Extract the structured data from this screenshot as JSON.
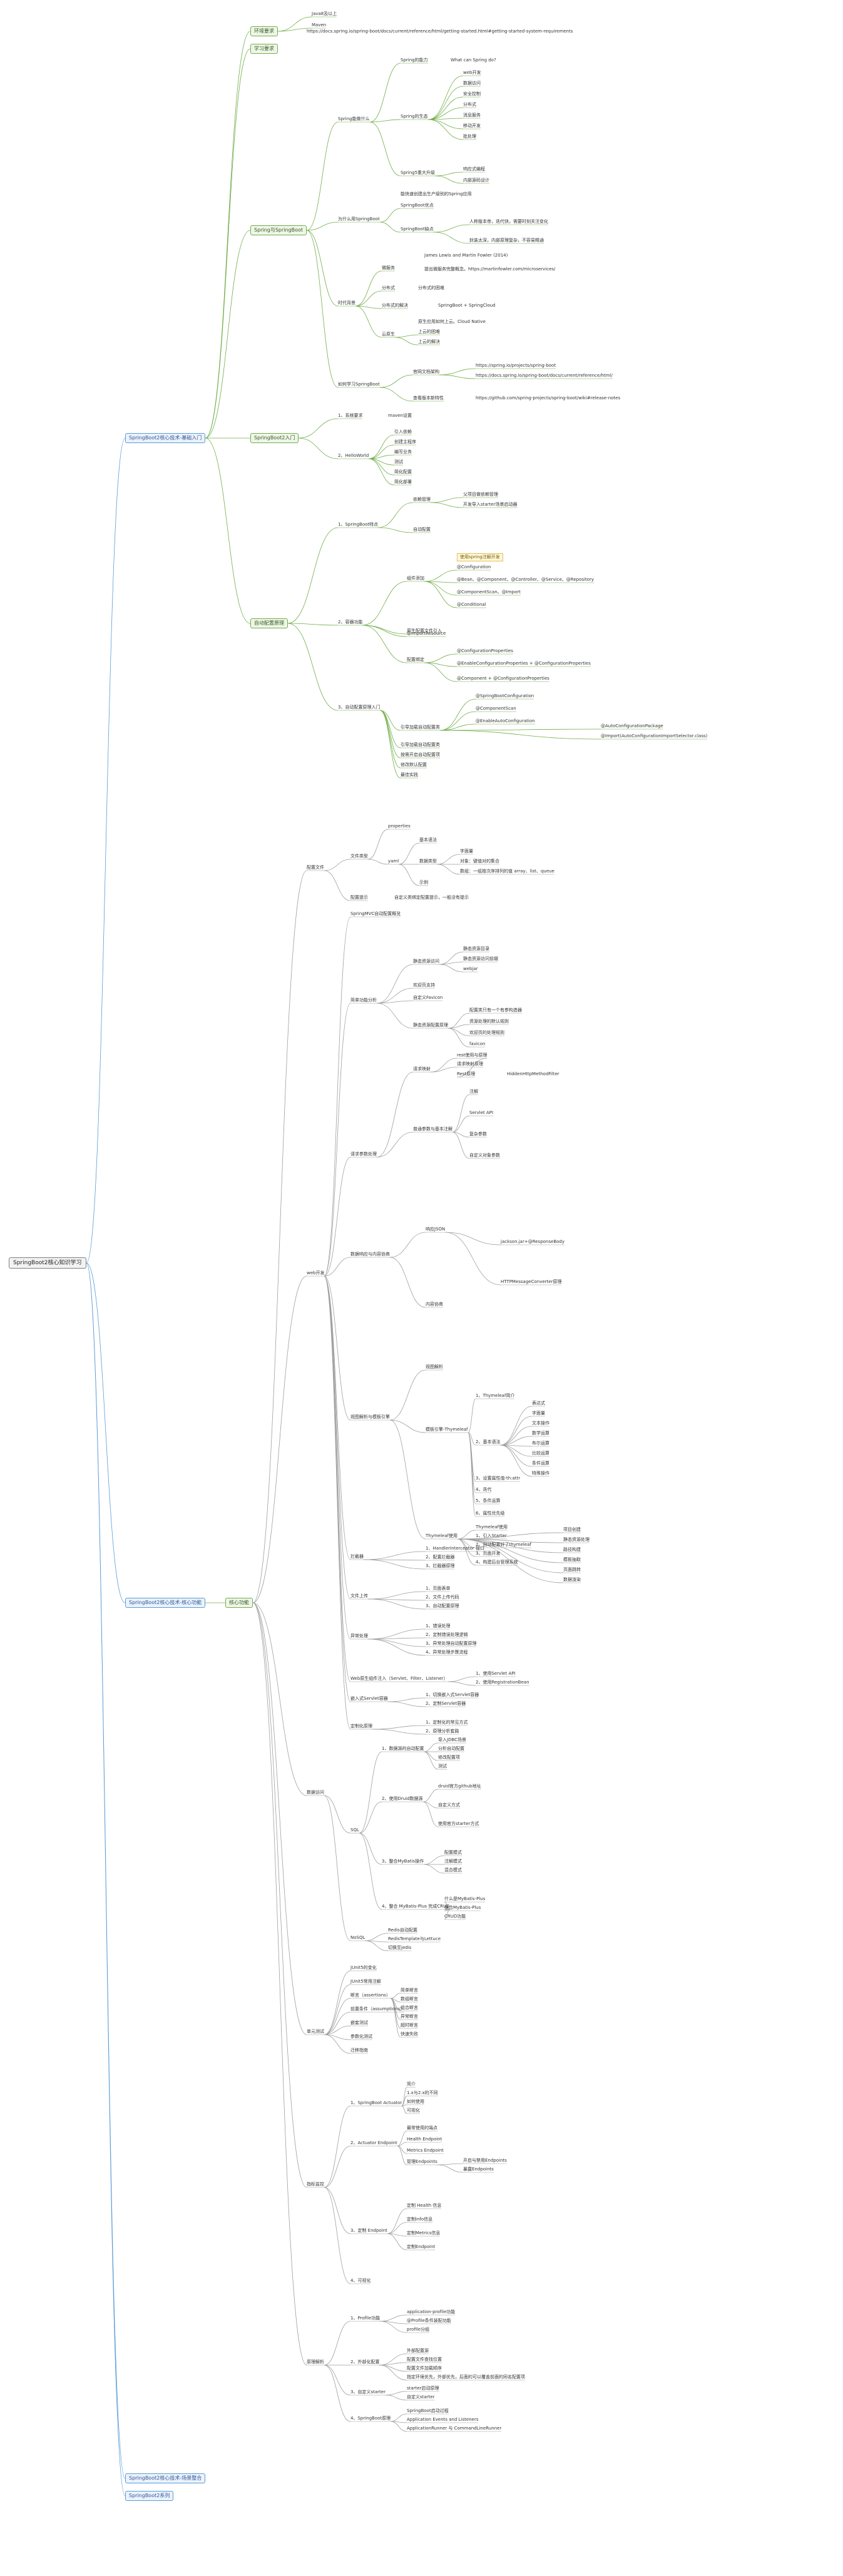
{
  "colors": {
    "line_main": "#5b9bd5",
    "line_green": "#70ad47",
    "line_leaf": "#9e9e9e"
  },
  "root": "SpringBoot2核心知识学习",
  "top_nodes": [
    "SpringBoot2核心技术-基础入门",
    "SpringBoot2核心技术-核心功能",
    "SpringBoot2核心技术-场景整合",
    "SpringBoot2系列"
  ],
  "section1": {
    "env": "环境要求",
    "env_items": [
      "Java8及以上",
      "Maven"
    ],
    "env_link": "https://docs.spring.io/spring-boot/docs/current/reference/html/getting-started.html#getting-started-system-requirements",
    "learn": "学习要求",
    "spring_eco": "Spring与SpringBoot",
    "spring_can": "Spring能做什么",
    "spring_can_sub": "Spring的能力",
    "spring_can_sub_text": "What can Spring do?",
    "spring_eco_sub": "Spring的生态",
    "spring_eco_items": [
      "web开发",
      "数据访问",
      "安全控制",
      "分布式",
      "消息服务",
      "移动开发",
      "批处理"
    ],
    "spring5": "Spring5重大升级",
    "spring5_items": [
      "响应式编程",
      "内部源码设计"
    ],
    "why_boot": "为什么用SpringBoot",
    "why_boot_text": "能快速创建出生产级别的Spring应用",
    "boot_adv": "SpringBoot优点",
    "boot_cons": "SpringBoot缺点",
    "boot_cons_items": [
      "人称版本帝，迭代快，需要时刻关注变化",
      "封装太深，内部原理复杂，不容易精通"
    ],
    "bg": "时代背景",
    "micro": "微服务",
    "micro_text": "James Lewis and Martin Fowler (2014)",
    "micro_link": "提出微服务完整概念。https://martinfowler.com/microservices/",
    "dist": "分布式",
    "dist_text": "分布式的困难",
    "dist_sol": "分布式的解决",
    "dist_sol_text": "SpringBoot + SpringCloud",
    "cloud": "云原生",
    "cloud_text": "原生应用如何上云。Cloud Native",
    "cloud_items": [
      "上云的困难",
      "上云的解决"
    ],
    "how_learn": "如何学习SpringBoot",
    "official": "官网文档架构",
    "official_links": [
      "https://spring.io/projects/spring-boot",
      "https://docs.spring.io/spring-boot/docs/current/reference/html/"
    ],
    "release": "查看版本新特性",
    "release_link": "https://github.com/spring-projects/spring-boot/wiki#release-notes",
    "boot2": "SpringBoot2入门",
    "boot2_items": [
      "1、系统要求",
      "2、HelloWorld"
    ],
    "sys_req": "maven设置",
    "hello_items": [
      "引入依赖",
      "创建主程序",
      "编写业务",
      "测试",
      "简化配置",
      "简化部署"
    ],
    "auto_config": "自动配置原理",
    "auto_items": [
      "1、SpringBoot特点",
      "2、容器功能",
      "3、自动配置原理入门"
    ],
    "feature_items": [
      "依赖管理",
      "自动配置"
    ],
    "dep_items": [
      "父项目做依赖管理",
      "开发导入starter场景启动器"
    ],
    "container_items": [
      "组件添加",
      "原生配置文件引入",
      "配置绑定"
    ],
    "note_text": "使用spring注解开发",
    "anno_items": [
      "@Configuration",
      "@Bean、@Component、@Controller、@Service、@Repository",
      "@ComponentScan、@Import",
      "@Conditional",
      "@ImportResource",
      "@ConfigurationProperties",
      "@EnableConfigurationProperties + @ConfigurationProperties",
      "@Component + @ConfigurationProperties"
    ],
    "auto_intro": [
      "引导加载自动配置类",
      "按需开启自动配置项",
      "修改默认配置",
      "最佳实践"
    ],
    "boot_app_items": [
      "@SpringBootConfiguration",
      "@ComponentScan",
      "@EnableAutoConfiguration"
    ],
    "enable_items": [
      "@AutoConfigurationPackage",
      "@Import(AutoConfigurationImportSelector.class)"
    ]
  },
  "section2": {
    "core": "核心功能",
    "config": "配置文件",
    "config_items": [
      "文件类型",
      "配置提示"
    ],
    "props": "properties",
    "yaml": "yaml",
    "yaml_items": [
      "基本语法",
      "数据类型",
      "示例"
    ],
    "yaml_types": [
      "字面量",
      "对象：键值对的集合",
      "数组：一组按次序排列的值 array、list、queue"
    ],
    "config_hint": "自定义类绑定配置提示，一般没有提示",
    "web": "web开发",
    "web_items": [
      "SpringMVC自动配置概览",
      "简单功能分析",
      "请求参数处理",
      "数据响应与内容协商",
      "视图解析与模板引擎",
      "拦截器",
      "文件上传",
      "异常处理",
      "Web原生组件注入（Servlet、Filter、Listener）",
      "嵌入式Servlet容器",
      "定制化原理"
    ],
    "static": [
      "静态资源访问",
      "欢迎页支持",
      "自定义Favicon",
      "静态资源配置原理"
    ],
    "static_sub": [
      "静态资源目录",
      "静态资源访问前缀",
      "webjar"
    ],
    "static_cfg": [
      "配置类只有一个有参构造器",
      "资源处理的默认规则",
      "欢迎页的处理规则",
      "favicon"
    ],
    "req": [
      "请求映射",
      "普通参数与基本注解"
    ],
    "req_map": [
      "rest使用与原理",
      "请求映射原理"
    ],
    "req_map_sub": [
      "Rest原理",
      "HiddenHttpMethodFilter"
    ],
    "params": [
      "注解",
      "Servlet API",
      "复杂参数",
      "自定义对象参数"
    ],
    "resp": [
      "响应JSON",
      "内容协商"
    ],
    "resp_sub": [
      "jackson.jar+@ResponseBody",
      "HTTPMessageConverter原理"
    ],
    "view": [
      "视图解析",
      "模板引擎-Thymeleaf"
    ],
    "thy": [
      "1、Thymeleaf简介",
      "2、基本语法",
      "3、设置属性值-th:attr",
      "4、迭代",
      "5、条件运算",
      "6、属性优先级"
    ],
    "thy_items": [
      "表达式",
      "字面量",
      "文本操作",
      "数学运算",
      "布尔运算",
      "比较运算",
      "条件运算",
      "特殊操作"
    ],
    "thy_use": [
      "Thymeleaf使用",
      "1、引入Starter",
      "2、自动配置好了thymeleaf",
      "3、页面开发",
      "4、构建后台管理系统"
    ],
    "admin": [
      "项目创建",
      "静态资源处理",
      "路径构建",
      "模板抽取",
      "页面跳转",
      "数据渲染"
    ],
    "inter": [
      "1、HandlerInterceptor 接口",
      "2、配置拦截器",
      "3、拦截器原理"
    ],
    "upload": [
      "1、页面表单",
      "2、文件上传代码",
      "3、自动配置原理"
    ],
    "error": [
      "1、错误处理",
      "2、定制错误处理逻辑",
      "3、异常处理自动配置原理",
      "4、异常处理步骤流程"
    ],
    "native": [
      "1、使用Servlet API",
      "2、使用RegistrationBean"
    ],
    "embed": [
      "1、切换嵌入式Servlet容器",
      "2、定制Servlet容器"
    ],
    "custom": [
      "1、定制化的常见方式",
      "2、原理分析套路"
    ],
    "data": "数据访问",
    "data_items": [
      "SQL",
      "NoSQL"
    ],
    "sql": [
      "1、数据源的自动配置",
      "2、使用Druid数据源",
      "3、整合MyBatis操作",
      "4、整合 MyBatis-Plus 完成CRUD"
    ],
    "sql_auto": [
      "导入JDBC场景",
      "分析自动配置",
      "修改配置项",
      "测试"
    ],
    "druid": [
      "druid官方github地址",
      "自定义方式",
      "使用官方starter方式"
    ],
    "mybatis": [
      "配置模式",
      "注解模式",
      "混合模式"
    ],
    "mp": [
      "什么是MyBatis-Plus",
      "整合MyBatis-Plus",
      "CRUD功能"
    ],
    "nosql": [
      "Redis自动配置",
      "RedisTemplate与Lettuce",
      "切换至jedis"
    ],
    "test": "单元测试",
    "test_items": [
      "JUnit5的变化",
      "JUnit5常用注解",
      "断言（assertions）",
      "前置条件（assumptions）",
      "嵌套测试",
      "参数化测试",
      "迁移指南"
    ],
    "assert_items": [
      "简单断言",
      "数组断言",
      "组合断言",
      "异常断言",
      "超时断言",
      "快速失败"
    ],
    "monitor": "指标监控",
    "monitor_items": [
      "1、SpringBoot Actuator",
      "2、Actuator Endpoint",
      "3、定制 Endpoint",
      "4、可视化"
    ],
    "actuator": [
      "简介",
      "1.x与2.x的不同",
      "如何使用",
      "可视化"
    ],
    "endpoint": [
      "最常使用的端点",
      "Health Endpoint",
      "Metrics Endpoint",
      "管理Endpoints"
    ],
    "ep_manage": [
      "开启与禁用Endpoints",
      "暴露Endpoints"
    ],
    "custom_ep": [
      "定制 Health 信息",
      "定制info信息",
      "定制Metrics信息",
      "定制Endpoint"
    ],
    "principle": "原理解析",
    "principle_items": [
      "1、Profile功能",
      "2、外部化配置",
      "3、自定义starter",
      "4、SpringBoot原理"
    ],
    "profile": [
      "application-profile功能",
      "@Profile条件装配功能",
      "profile分组"
    ],
    "ext": [
      "外部配置源",
      "配置文件查找位置",
      "配置文件加载顺序",
      "指定环境优先，外部优先，后面的可以覆盖前面的同名配置项"
    ],
    "starter": [
      "starter启动原理",
      "自定义starter"
    ],
    "boot_principle": [
      "SpringBoot启动过程",
      "Application Events and Listeners",
      "ApplicationRunner 与 CommandLineRunner"
    ]
  }
}
